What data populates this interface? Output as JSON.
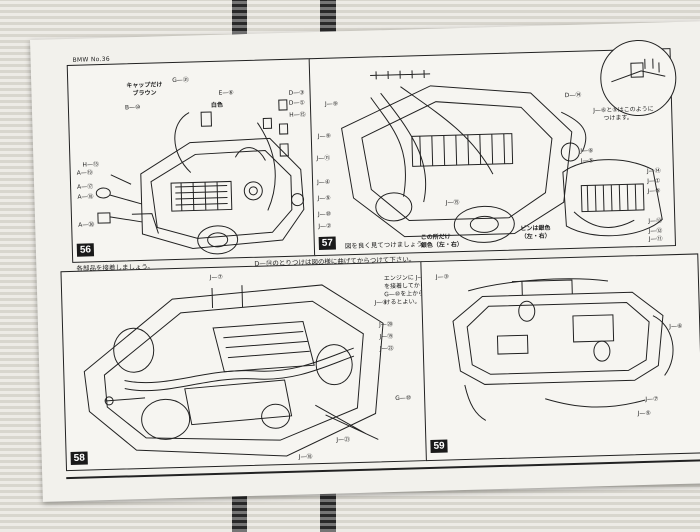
{
  "document": {
    "model_code": "BMW No.36",
    "steps": [
      {
        "number": "56",
        "labels": [
          {
            "text": "キャップだけ",
            "bold": true
          },
          {
            "text": "ブラウン",
            "bold": true
          },
          {
            "text": "B—⑩"
          },
          {
            "text": "G—㉛"
          },
          {
            "text": "白色",
            "bold": true
          },
          {
            "text": "E—⑥"
          },
          {
            "text": "D—③"
          },
          {
            "text": "D—①"
          },
          {
            "text": "H—⑮"
          },
          {
            "text": "A—⑲"
          },
          {
            "text": "A—⑰"
          },
          {
            "text": "A—⑱"
          },
          {
            "text": "A—㉚"
          },
          {
            "text": "H—⑬"
          }
        ],
        "caption": "各部品を接着しましょう。"
      },
      {
        "number": "57",
        "caption": "図を良く見てつけましょう。",
        "caption2": "D—⑭のとりつけは図の様に曲げてからつけて下さい。",
        "labels": [
          {
            "text": "J—⑨"
          },
          {
            "text": "J—⑨"
          },
          {
            "text": "J—⑪"
          },
          {
            "text": "J—④"
          },
          {
            "text": "J—⑤"
          },
          {
            "text": "J—⑩"
          },
          {
            "text": "J—②"
          },
          {
            "text": "J—⑮"
          },
          {
            "text": "J—⑥"
          },
          {
            "text": "J—⑤"
          },
          {
            "text": "J—⑭"
          },
          {
            "text": "J—①"
          },
          {
            "text": "J—⑤"
          },
          {
            "text": "J—⑬"
          },
          {
            "text": "J—⑫"
          },
          {
            "text": "J—⑪"
          },
          {
            "text": "この所だけ",
            "bold": true
          },
          {
            "text": "銀色（左・右）",
            "bold": true
          },
          {
            "text": "ピンは銀色",
            "bold": true
          },
          {
            "text": "（左・右）",
            "bold": true
          },
          {
            "text": "J—⑥と⑤はこのように"
          },
          {
            "text": "つけます。"
          },
          {
            "text": "D—⑭"
          }
        ]
      },
      {
        "number": "58",
        "labels": [
          {
            "text": "J—⑦"
          },
          {
            "text": "J—⑧"
          },
          {
            "text": "J—⑳"
          },
          {
            "text": "J—⑲"
          },
          {
            "text": "J—㉒"
          },
          {
            "text": "J—㉑"
          },
          {
            "text": "J—⑱"
          },
          {
            "text": "G—⑩"
          },
          {
            "text": "エンジンに J—⑧"
          },
          {
            "text": "を接着してから"
          },
          {
            "text": "G—⑩を上からつ"
          },
          {
            "text": "けるとよい。"
          }
        ]
      },
      {
        "number": "59",
        "labels": [
          {
            "text": "J—③"
          },
          {
            "text": "J—⑥"
          },
          {
            "text": "J—⑦"
          },
          {
            "text": "J—⑤"
          }
        ]
      }
    ]
  }
}
